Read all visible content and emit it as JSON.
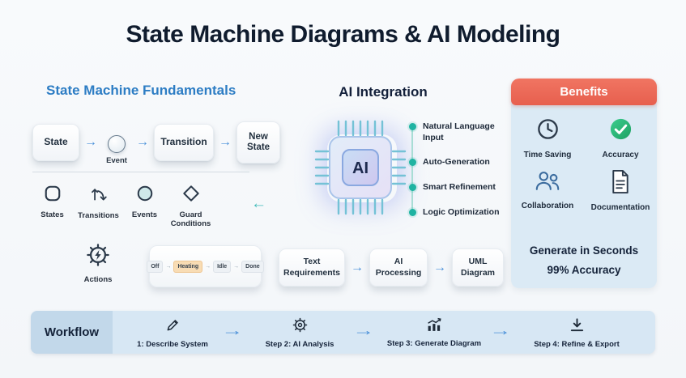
{
  "title": "State Machine Diagrams & AI Modeling",
  "icons": {
    "arrow_right": "→",
    "arrow_left": "←"
  },
  "fundamentals": {
    "heading": "State Machine Fundamentals",
    "flow": {
      "state": "State",
      "event": "Event",
      "transition": "Transition",
      "new_state": "New State"
    },
    "elements": [
      {
        "icon": "states-icon",
        "label": "States"
      },
      {
        "icon": "transitions-icon",
        "label": "Transitions"
      },
      {
        "icon": "events-icon",
        "label": "Events"
      },
      {
        "icon": "guard-conditions-icon",
        "label": "Guard Conditions"
      }
    ],
    "actions_label": "Actions",
    "mini_diagram": {
      "states": [
        "Off",
        "Heating",
        "Idle",
        "Done"
      ],
      "highlighted": "Heating"
    }
  },
  "ai": {
    "heading": "AI Integration",
    "chip_label": "AI",
    "features": [
      "Natural Language Input",
      "Auto-Generation",
      "Smart Refinement",
      "Logic Optimization"
    ],
    "pipeline": [
      "Text Requirements",
      "AI Processing",
      "UML Diagram"
    ]
  },
  "benefits": {
    "heading": "Benefits",
    "items": [
      {
        "icon": "clock-icon",
        "label": "Time Saving"
      },
      {
        "icon": "check-icon",
        "label": "Accuracy"
      },
      {
        "icon": "people-icon",
        "label": "Collaboration"
      },
      {
        "icon": "document-icon",
        "label": "Documentation"
      }
    ],
    "footer_line1": "Generate in Seconds",
    "footer_line2": "99% Accuracy"
  },
  "workflow": {
    "label": "Workflow",
    "steps": [
      {
        "icon": "pencil-icon",
        "label": "1: Describe System"
      },
      {
        "icon": "gear-icon",
        "label": "Step 2: AI Analysis"
      },
      {
        "icon": "chart-icon",
        "label": "Step 3: Generate Diagram"
      },
      {
        "icon": "download-icon",
        "label": "Step 4: Refine & Export"
      }
    ]
  },
  "colors": {
    "heading_blue": "#2d7dc4",
    "accent_teal": "#1fb3a2",
    "coral": "#e75f4e",
    "green": "#2bb673",
    "navy": "#15233a",
    "arrow_blue": "#4a90d9",
    "benefits_bg": "#dbeaf5",
    "workflow_bg": "#d7e7f4"
  }
}
